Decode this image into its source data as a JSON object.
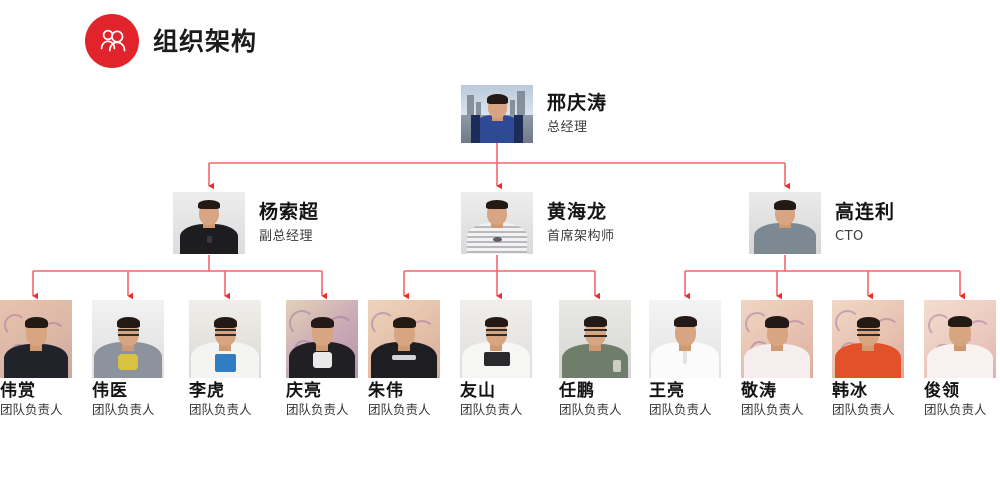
{
  "header": {
    "title": "组织架构",
    "badge_icon": "people-group-icon",
    "badge_color": "#e1242c"
  },
  "theme": {
    "connector_color": "#f4666b",
    "arrow_color": "#ef2b2b",
    "background": "#ffffff",
    "text_color": "#141414"
  },
  "chart": {
    "root": {
      "name": "邢庆涛",
      "role": "总经理",
      "photo_alt": "portrait-xing-qingtao"
    },
    "level2": [
      {
        "name": "杨索超",
        "role": "副总经理",
        "photo_alt": "portrait-yang-suochao"
      },
      {
        "name": "黄海龙",
        "role": "首席架构师",
        "photo_alt": "portrait-huang-hailong"
      },
      {
        "name": "高连利",
        "role": "CTO",
        "photo_alt": "portrait-gao-lianli"
      }
    ],
    "level3": [
      {
        "name": "伟赏",
        "role": "团队负责人",
        "photo_alt": "portrait-weishang"
      },
      {
        "name": "伟医",
        "role": "团队负责人",
        "photo_alt": "portrait-weiyi"
      },
      {
        "name": "李虎",
        "role": "团队负责人",
        "photo_alt": "portrait-lihu"
      },
      {
        "name": "庆亮",
        "role": "团队负责人",
        "photo_alt": "portrait-qingliang"
      },
      {
        "name": "朱伟",
        "role": "团队负责人",
        "photo_alt": "portrait-zhuwei"
      },
      {
        "name": "友山",
        "role": "团队负责人",
        "photo_alt": "portrait-youshan"
      },
      {
        "name": "任鹏",
        "role": "团队负责人",
        "photo_alt": "portrait-renpeng"
      },
      {
        "name": "王亮",
        "role": "团队负责人",
        "photo_alt": "portrait-wangliang"
      },
      {
        "name": "敬涛",
        "role": "团队负责人",
        "photo_alt": "portrait-jingtao"
      },
      {
        "name": "韩冰",
        "role": "团队负责人",
        "photo_alt": "portrait-hanbing"
      },
      {
        "name": "俊领",
        "role": "团队负责人",
        "photo_alt": "portrait-junling"
      }
    ]
  }
}
